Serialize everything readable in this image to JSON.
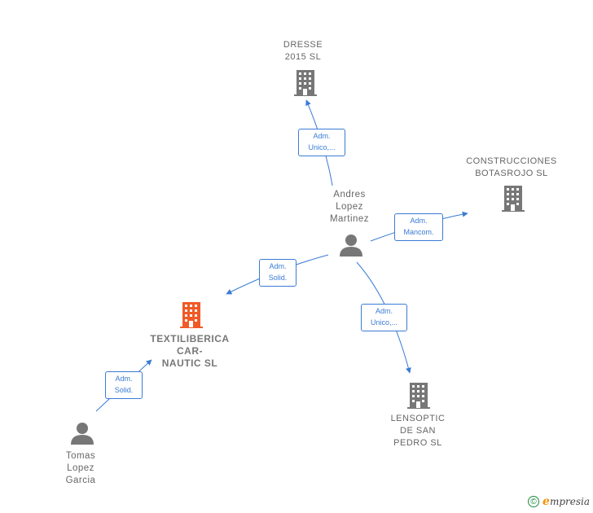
{
  "colors": {
    "edge": "#3a7bd5",
    "company": "#777777",
    "focus_company": "#f05a28",
    "person": "#777777",
    "brand_green": "#1a8c3c",
    "brand_orange": "#f39200"
  },
  "nodes": {
    "dresse": {
      "label": "DRESSE\n2015  SL",
      "icon": "building-icon"
    },
    "construcciones": {
      "label": "CONSTRUCCIONES\nBOTASROJO SL",
      "icon": "building-icon"
    },
    "textiliberica": {
      "label": "TEXTILIBERICA\nCAR-\nNAUTIC  SL",
      "icon": "building-icon"
    },
    "lensoptic": {
      "label": "LENSOPTIC\nDE SAN\nPEDRO  SL",
      "icon": "building-icon"
    },
    "andres": {
      "label": "Andres\nLopez\nMartinez",
      "icon": "person-icon"
    },
    "tomas": {
      "label": "Tomas\nLopez\nGarcia",
      "icon": "person-icon"
    }
  },
  "edges": {
    "andres_dresse": "Adm.\nUnico,...",
    "andres_construcciones": "Adm.\nMancom.",
    "andres_textiliberica": "Adm.\nSolid.",
    "andres_lensoptic": "Adm.\nUnico,...",
    "tomas_textiliberica": "Adm.\nSolid."
  },
  "brand": {
    "copyright": "©",
    "name_first": "e",
    "name_rest": "mpresia"
  }
}
